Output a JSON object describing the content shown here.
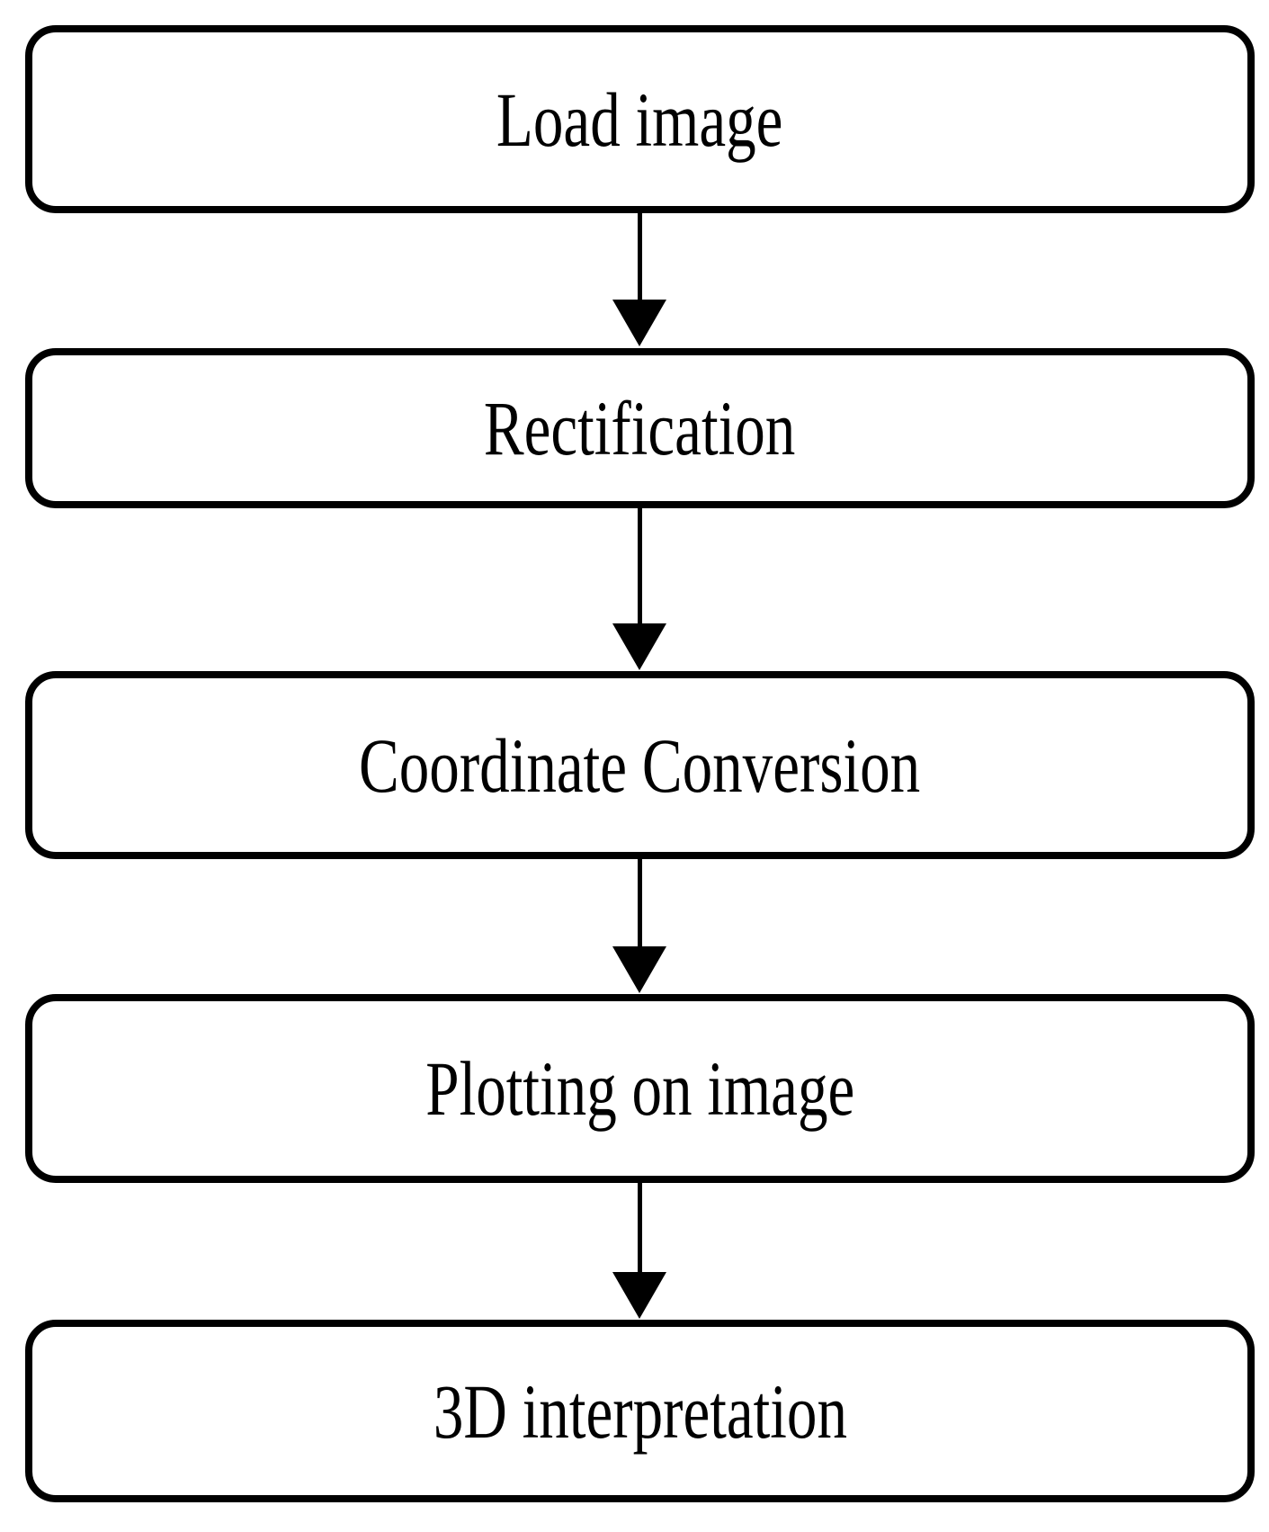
{
  "diagram": {
    "title": "Image processing pipeline flowchart",
    "orientation": "vertical-top-to-bottom",
    "background_color": "#FFFFFF",
    "stroke_color": "#000000",
    "nodes": [
      {
        "id": "load-image",
        "label": "Load image",
        "shape": "rounded-rectangle"
      },
      {
        "id": "rectification",
        "label": "Rectification",
        "shape": "rounded-rectangle"
      },
      {
        "id": "coordinate-conversion",
        "label": "Coordinate Conversion",
        "shape": "rounded-rectangle"
      },
      {
        "id": "plotting-on-image",
        "label": "Plotting on image",
        "shape": "rounded-rectangle"
      },
      {
        "id": "3d-interpretation",
        "label": "3D interpretation",
        "shape": "rounded-rectangle"
      }
    ],
    "edges": [
      {
        "id": "edge-1",
        "from": "load-image",
        "to": "rectification",
        "arrow": "down-arrow"
      },
      {
        "id": "edge-2",
        "from": "rectification",
        "to": "coordinate-conversion",
        "arrow": "down-arrow"
      },
      {
        "id": "edge-3",
        "from": "coordinate-conversion",
        "to": "plotting-on-image",
        "arrow": "down-arrow"
      },
      {
        "id": "edge-4",
        "from": "plotting-on-image",
        "to": "3d-interpretation",
        "arrow": "down-arrow"
      }
    ]
  }
}
